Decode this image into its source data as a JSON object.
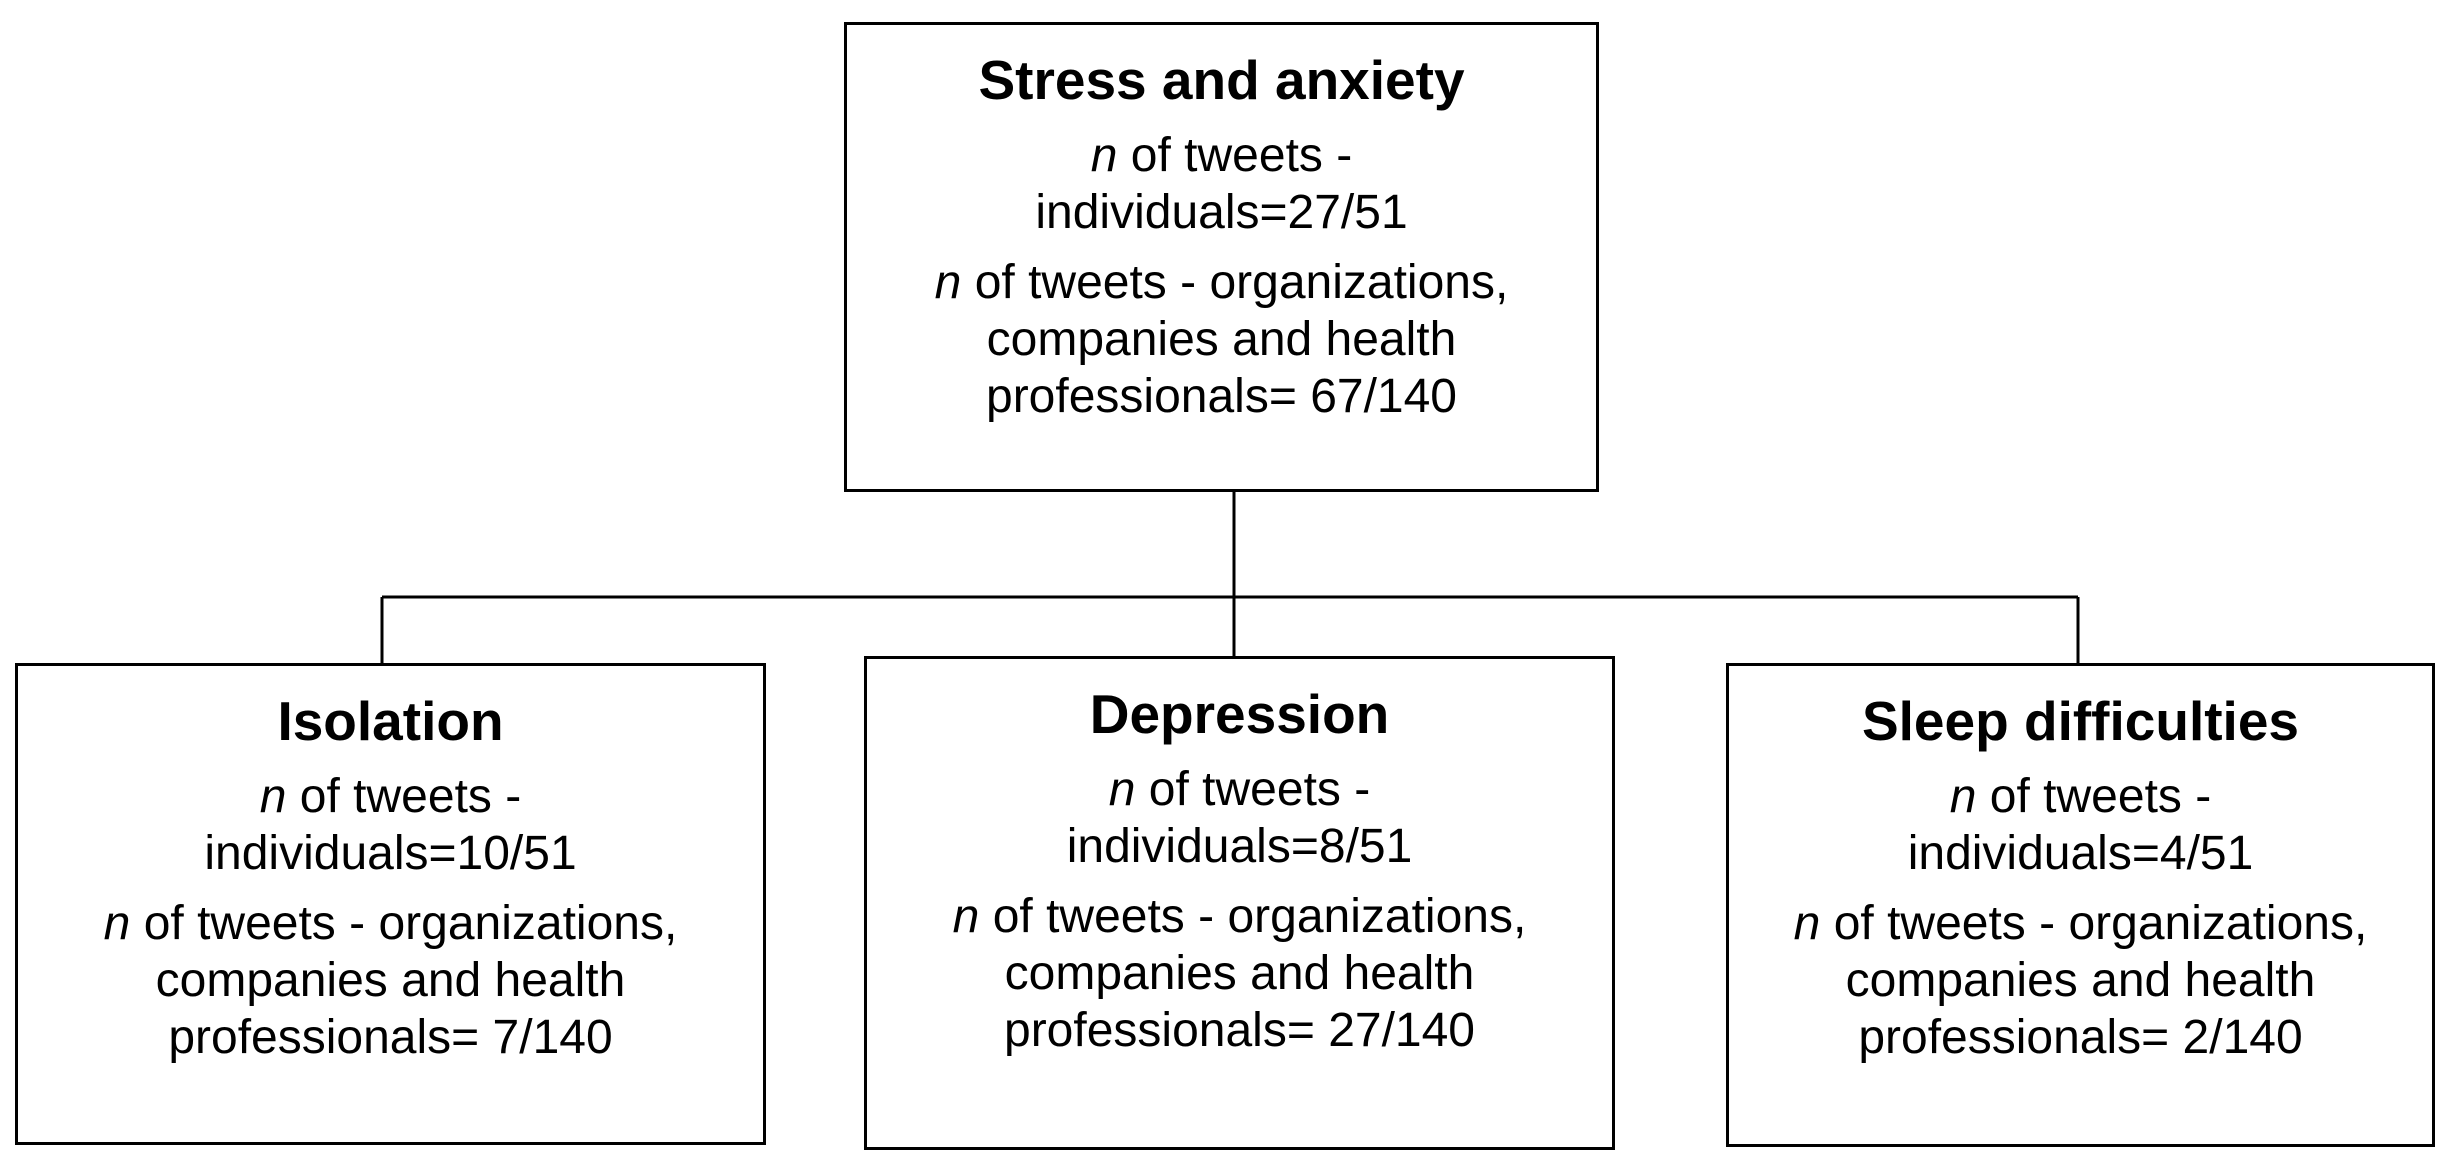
{
  "diagram": {
    "root": {
      "title": "Stress and anxiety",
      "individuals": {
        "n_symbol": "n",
        "line1": " of tweets -",
        "line2": "individuals=27/51"
      },
      "organizations": {
        "n_symbol": "n",
        "line1": " of tweets - organizations,",
        "line2": "companies and health",
        "line3": "professionals= 67/140"
      }
    },
    "children": [
      {
        "title": "Isolation",
        "individuals": {
          "n_symbol": "n",
          "line1": " of tweets -",
          "line2": "individuals=10/51"
        },
        "organizations": {
          "n_symbol": "n",
          "line1": " of tweets - organizations,",
          "line2": "companies and health",
          "line3": "professionals= 7/140"
        }
      },
      {
        "title": "Depression",
        "individuals": {
          "n_symbol": "n",
          "line1": " of tweets -",
          "line2": "individuals=8/51"
        },
        "organizations": {
          "n_symbol": "n",
          "line1": " of tweets - organizations,",
          "line2": "companies and health",
          "line3": "professionals= 27/140"
        }
      },
      {
        "title": "Sleep difficulties",
        "individuals": {
          "n_symbol": "n",
          "line1": " of tweets -",
          "line2": "individuals=4/51"
        },
        "organizations": {
          "n_symbol": "n",
          "line1": " of tweets - organizations,",
          "line2": "companies and health",
          "line3": "professionals= 2/140"
        }
      }
    ]
  }
}
